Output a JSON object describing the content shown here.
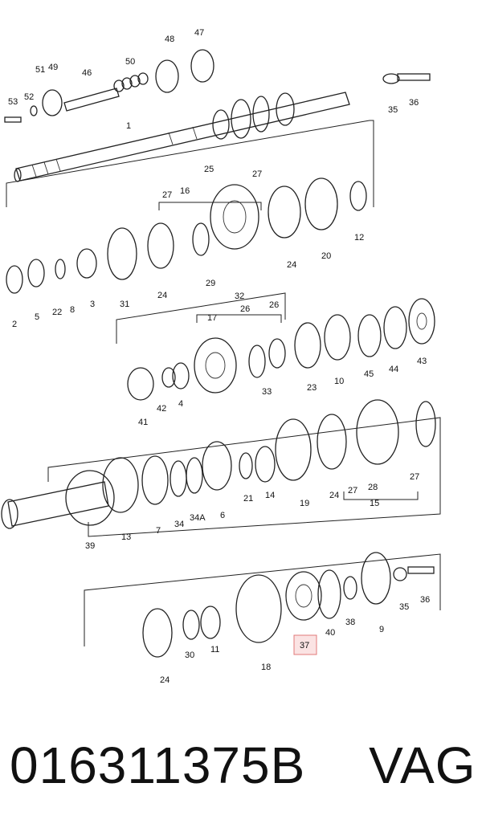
{
  "callouts": [
    {
      "id": "53",
      "text": "53"
    },
    {
      "id": "52",
      "text": "52"
    },
    {
      "id": "51",
      "text": "51"
    },
    {
      "id": "49",
      "text": "49"
    },
    {
      "id": "46",
      "text": "46"
    },
    {
      "id": "50",
      "text": "50"
    },
    {
      "id": "48",
      "text": "48"
    },
    {
      "id": "47",
      "text": "47"
    },
    {
      "id": "35a",
      "text": "35"
    },
    {
      "id": "36a",
      "text": "36"
    },
    {
      "id": "1",
      "text": "1"
    },
    {
      "id": "25",
      "text": "25"
    },
    {
      "id": "27a",
      "text": "27"
    },
    {
      "id": "16",
      "text": "16"
    },
    {
      "id": "27b",
      "text": "27"
    },
    {
      "id": "12",
      "text": "12"
    },
    {
      "id": "20",
      "text": "20"
    },
    {
      "id": "24a",
      "text": "24"
    },
    {
      "id": "29",
      "text": "29"
    },
    {
      "id": "24b",
      "text": "24"
    },
    {
      "id": "31",
      "text": "31"
    },
    {
      "id": "3",
      "text": "3"
    },
    {
      "id": "8",
      "text": "8"
    },
    {
      "id": "22",
      "text": "22"
    },
    {
      "id": "5",
      "text": "5"
    },
    {
      "id": "2",
      "text": "2"
    },
    {
      "id": "32",
      "text": "32"
    },
    {
      "id": "17",
      "text": "17"
    },
    {
      "id": "26a",
      "text": "26"
    },
    {
      "id": "26b",
      "text": "26"
    },
    {
      "id": "33",
      "text": "33"
    },
    {
      "id": "23",
      "text": "23"
    },
    {
      "id": "10",
      "text": "10"
    },
    {
      "id": "45",
      "text": "45"
    },
    {
      "id": "44",
      "text": "44"
    },
    {
      "id": "43",
      "text": "43"
    },
    {
      "id": "41",
      "text": "41"
    },
    {
      "id": "42",
      "text": "42"
    },
    {
      "id": "4",
      "text": "4"
    },
    {
      "id": "39",
      "text": "39"
    },
    {
      "id": "13",
      "text": "13"
    },
    {
      "id": "7",
      "text": "7"
    },
    {
      "id": "34",
      "text": "34"
    },
    {
      "id": "34A",
      "text": "34A"
    },
    {
      "id": "6",
      "text": "6"
    },
    {
      "id": "21",
      "text": "21"
    },
    {
      "id": "14",
      "text": "14"
    },
    {
      "id": "19",
      "text": "19"
    },
    {
      "id": "24c",
      "text": "24"
    },
    {
      "id": "27c",
      "text": "27"
    },
    {
      "id": "28",
      "text": "28"
    },
    {
      "id": "27d",
      "text": "27"
    },
    {
      "id": "15",
      "text": "15"
    },
    {
      "id": "24d",
      "text": "24"
    },
    {
      "id": "30",
      "text": "30"
    },
    {
      "id": "11",
      "text": "11"
    },
    {
      "id": "18",
      "text": "18"
    },
    {
      "id": "37",
      "text": "37"
    },
    {
      "id": "40",
      "text": "40"
    },
    {
      "id": "38",
      "text": "38"
    },
    {
      "id": "9",
      "text": "9"
    },
    {
      "id": "35b",
      "text": "35"
    },
    {
      "id": "36b",
      "text": "36"
    }
  ],
  "highlight": {
    "callout": "37",
    "color": "#e07a7a",
    "fill": "#fbe3e3"
  },
  "caption": {
    "part_number": "016311375B",
    "brand": "VAG"
  }
}
